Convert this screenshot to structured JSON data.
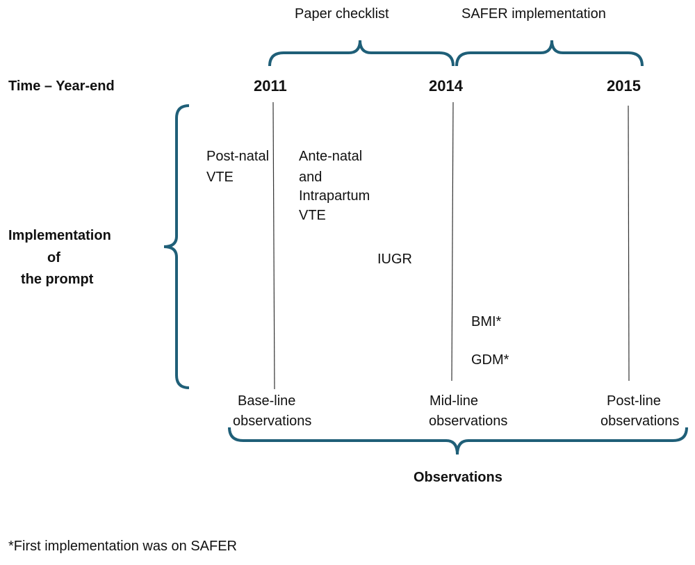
{
  "phases": {
    "paper_checklist": "Paper checklist",
    "safer_implementation": "SAFER implementation"
  },
  "timeline": {
    "label": "Time – Year-end",
    "years": [
      "2011",
      "2014",
      "2015"
    ]
  },
  "side_label": [
    "Implementation",
    "of",
    "the prompt"
  ],
  "items": {
    "postnatal_vte": [
      "Post-natal",
      "VTE"
    ],
    "antenatal_vte": [
      "Ante-natal",
      "and",
      "Intrapartum",
      "VTE"
    ],
    "iugr": "IUGR",
    "bmi": "BMI*",
    "gdm": "GDM*"
  },
  "observations": {
    "baseline": [
      "Base-line",
      "observations"
    ],
    "midline": [
      "Mid-line",
      "observations"
    ],
    "postline": [
      "Post-line",
      "observations"
    ],
    "label": "Observations"
  },
  "footnote": "*First implementation was on SAFER",
  "colors": {
    "brace": "#1f5f78",
    "line": "#333333",
    "text": "#111111"
  }
}
